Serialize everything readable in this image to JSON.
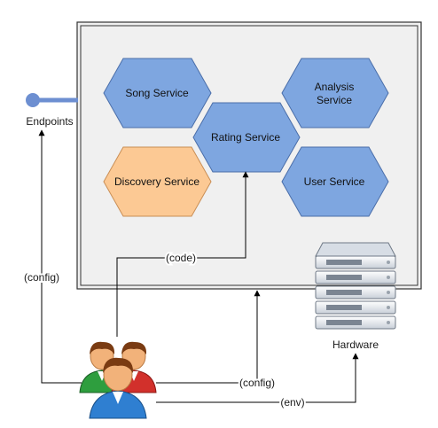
{
  "colors": {
    "service_fill": "#7ea6e0",
    "service_stroke": "#4a6ea9",
    "discovery_fill": "#fcc994",
    "discovery_stroke": "#c98e55",
    "container_fill": "#f0f0f0",
    "endpoint": "#6d8fd1"
  },
  "services": {
    "song": "Song Service",
    "analysis_line1": "Analysis",
    "analysis_line2": "Service",
    "rating": "Rating Service",
    "discovery": "Discovery Service",
    "user": "User Service"
  },
  "labels": {
    "endpoints": "Endpoints",
    "hardware": "Hardware",
    "code": "(code)",
    "config_left": "(config)",
    "config_bottom": "(config)",
    "env": "(env)"
  },
  "icons": {
    "endpoint": "endpoint-icon",
    "hardware": "server-rack-icon",
    "users": "users-group-icon"
  }
}
